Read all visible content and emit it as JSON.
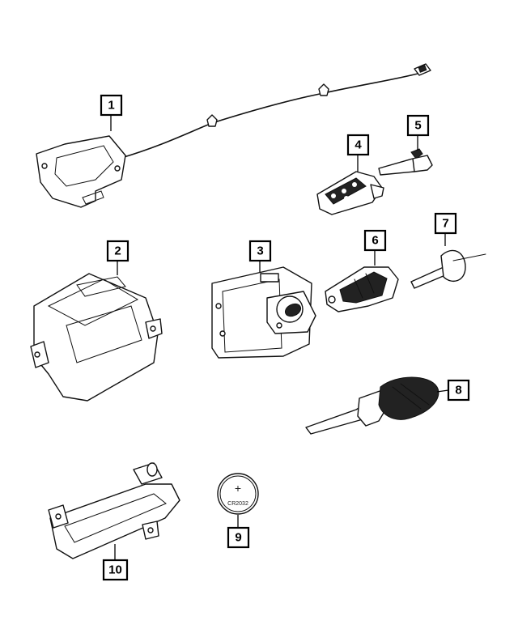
{
  "callouts": [
    {
      "number": "1"
    },
    {
      "number": "2"
    },
    {
      "number": "3"
    },
    {
      "number": "4"
    },
    {
      "number": "5"
    },
    {
      "number": "6"
    },
    {
      "number": "7"
    },
    {
      "number": "8"
    },
    {
      "number": "9"
    },
    {
      "number": "10"
    }
  ],
  "battery": {
    "label": "CR2032",
    "polarity": "+"
  }
}
